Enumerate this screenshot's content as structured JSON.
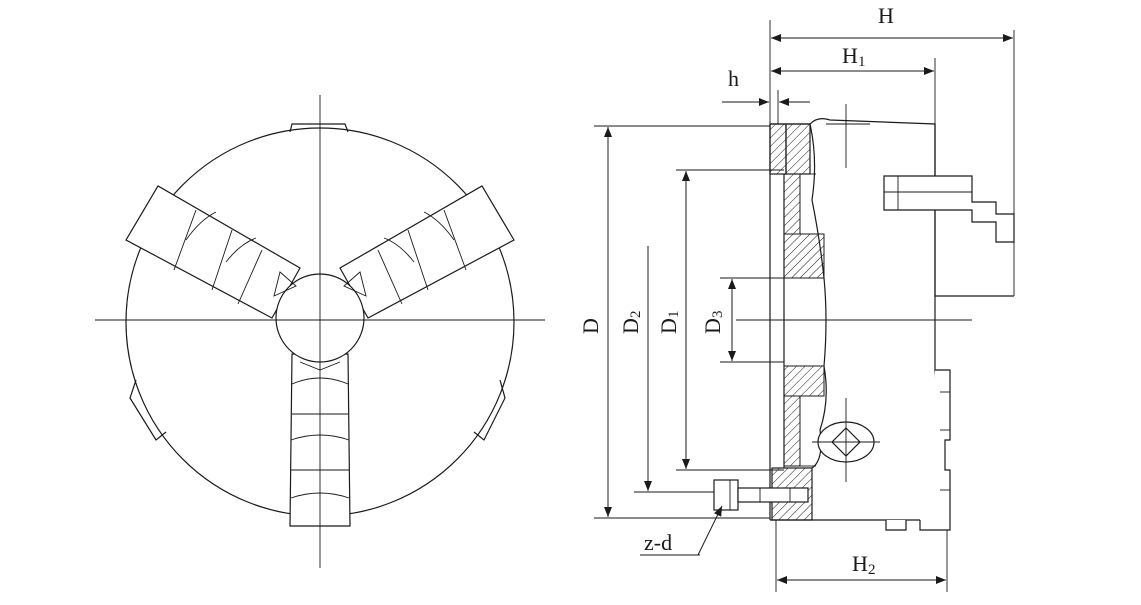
{
  "labels": {
    "H": "H",
    "H1": "H",
    "H1_sub": "1",
    "h": "h",
    "H2": "H",
    "H2_sub": "2",
    "D": "D",
    "D1": "D",
    "D1_sub": "1",
    "D2": "D",
    "D2_sub": "2",
    "D3": "D",
    "D3_sub": "3",
    "zd": "z-d"
  },
  "colors": {
    "line": "#1a1a1a",
    "background": "#ffffff"
  }
}
